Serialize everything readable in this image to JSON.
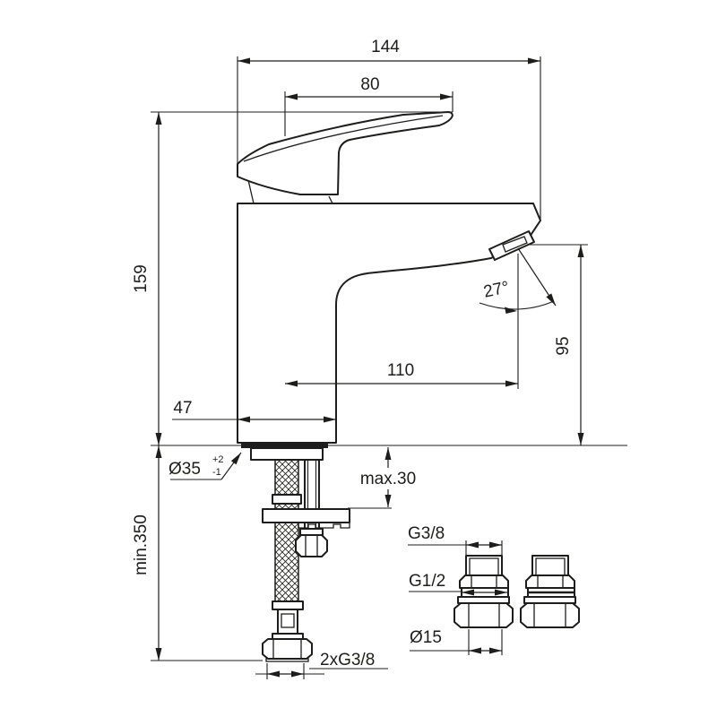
{
  "drawing": {
    "background": "#ffffff",
    "line_color": "#1d1d1b",
    "dimensions": {
      "overall_length": "144",
      "handle_length": "80",
      "total_height": "159",
      "spout_reach": "110",
      "outlet_height": "95",
      "outlet_angle": "27°",
      "base_depth": "47",
      "hole_diameter": "Ø35",
      "hole_tol_plus": "+2",
      "hole_tol_minus": "-1",
      "max_deck_thickness": "max.30",
      "min_hose_length": "min.350",
      "hose_connections": "2xG3/8"
    },
    "fittings": {
      "top_thread": "G3/8",
      "bottom_thread": "G1/2",
      "pipe_diameter": "Ø15"
    }
  }
}
